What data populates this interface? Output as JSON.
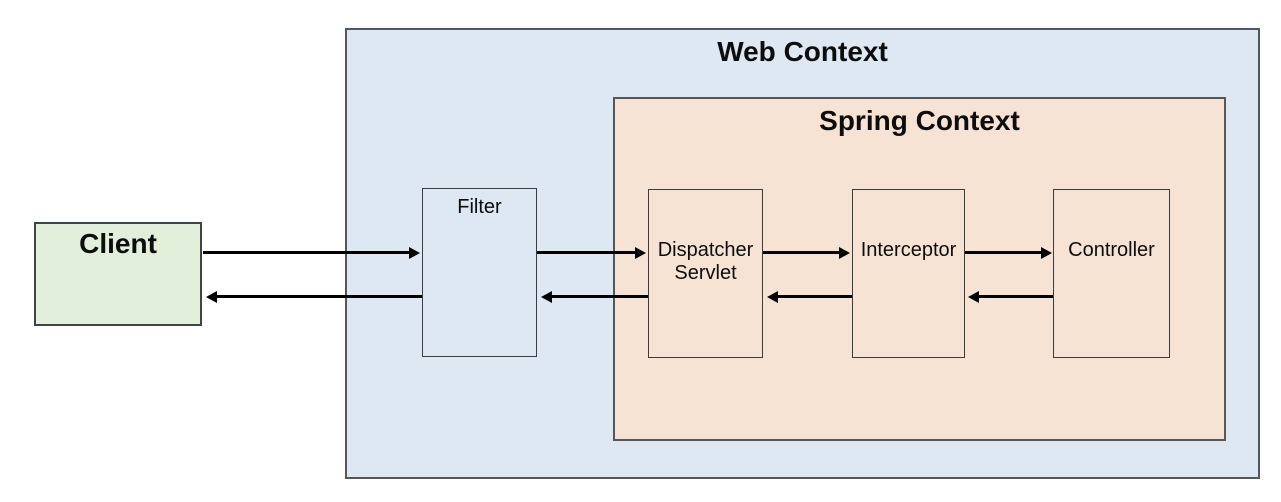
{
  "diagram": {
    "type": "flow-diagram",
    "web_context": {
      "title": "Web Context"
    },
    "spring_context": {
      "title": "Spring Context"
    },
    "nodes": {
      "client": "Client",
      "filter": "Filter",
      "dispatcher_servlet": "Dispatcher Servlet",
      "interceptor": "Interceptor",
      "controller": "Controller"
    },
    "flow": {
      "forward": [
        "Client",
        "Filter",
        "Dispatcher Servlet",
        "Interceptor",
        "Controller"
      ],
      "return": [
        "Controller",
        "Interceptor",
        "Dispatcher Servlet",
        "Filter",
        "Client"
      ]
    },
    "colors": {
      "web_context_fill": "#dde8f2",
      "spring_context_fill": "#f7e3d3",
      "client_fill": "#e2efda",
      "container_border": "#54585c",
      "node_border": "#3a3d3f",
      "arrow": "#000000",
      "text": "#0d0d0d",
      "background": "#ffffff"
    }
  }
}
